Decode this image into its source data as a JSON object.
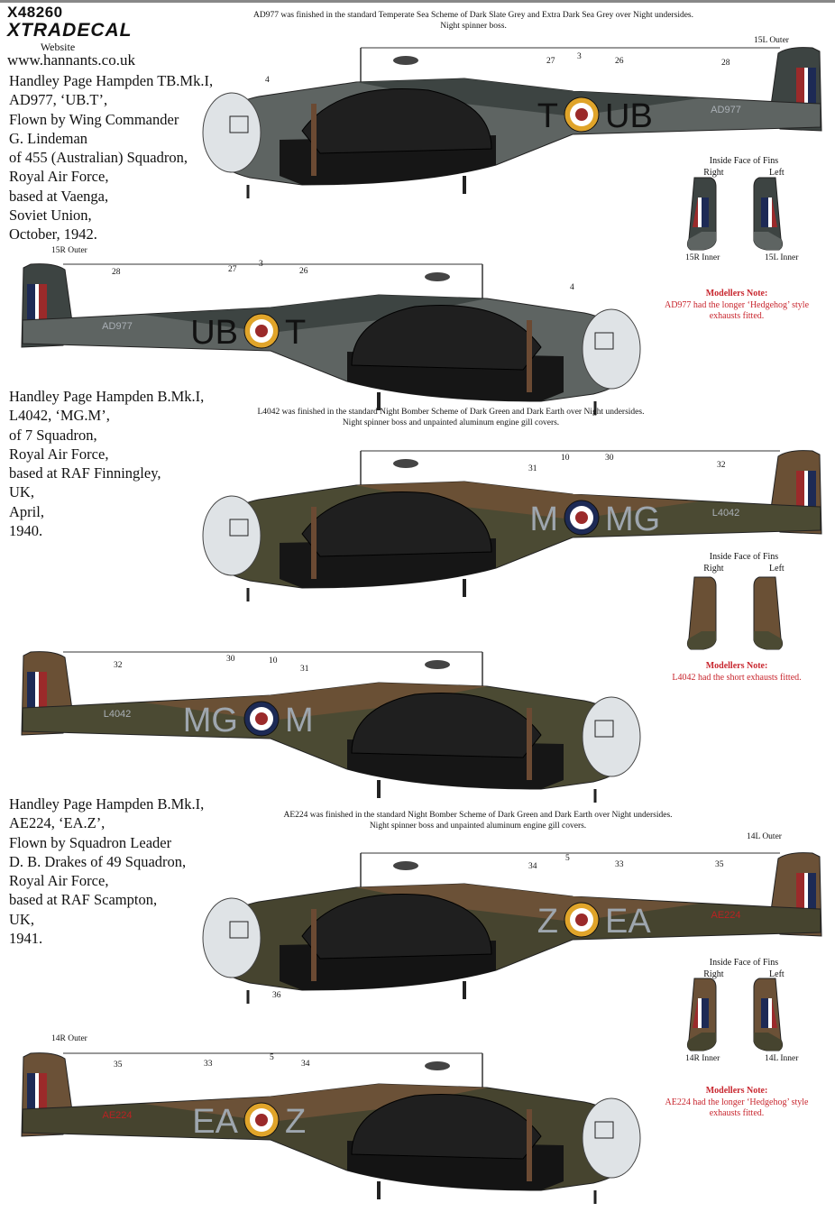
{
  "header": {
    "product_code": "X48260",
    "brand": "XTRADECAL",
    "website_label": "Website",
    "website_url": "www.hannants.co.uk"
  },
  "profiles": [
    {
      "scheme_note": [
        "AD977 was finished in the standard Temperate Sea Scheme of Dark Slate Grey and Extra Dark Sea Grey over Night undersides.",
        "Night spinner boss."
      ],
      "description": [
        "Handley Page Hampden TB.Mk.I,",
        "AD977, ‘UB.T’,",
        "Flown by Wing Commander",
        "G. Lindeman",
        "of 455 (Australian) Squadron,",
        "Royal Air Force,",
        "based at Vaenga,",
        "Soviet Union,",
        "October, 1942."
      ],
      "serial": "AD977",
      "code_a": "T",
      "code_b": "UB",
      "colors": {
        "upper1": "#5e6462",
        "upper2": "#3d4442",
        "under": "#161616",
        "roundel_outer": "#e0a42a"
      },
      "left_callouts": [
        "4",
        "27",
        "3",
        "26",
        "28",
        "15L Outer"
      ],
      "right_callouts": [
        "15R Outer",
        "28",
        "27",
        "3",
        "26",
        "4"
      ],
      "fins": {
        "title": "Inside Face of Fins",
        "right": "Right",
        "left": "Left",
        "right_label": "15R Inner",
        "left_label": "15L Inner"
      },
      "note": {
        "title": "Modellers Note:",
        "text": [
          "AD977 had the longer ‘Hedgehog’ style",
          "exhausts fitted."
        ]
      }
    },
    {
      "scheme_note": [
        "L4042 was finished in the standard Night Bomber Scheme of Dark Green and Dark Earth over Night undersides.",
        "Night spinner boss and unpainted aluminum engine gill covers."
      ],
      "description": [
        "Handley Page Hampden B.Mk.I,",
        "L4042, ‘MG.M’,",
        "of 7 Squadron,",
        "Royal Air Force,",
        "based at RAF Finningley,",
        "UK,",
        "April,",
        "1940."
      ],
      "serial": "L4042",
      "code_a": "M",
      "code_b": "MG",
      "colors": {
        "upper1": "#4b4a33",
        "upper2": "#6a5035",
        "under": "#161616",
        "roundel_outer": "#1d2a55"
      },
      "left_callouts": [
        "31",
        "10",
        "30",
        "32"
      ],
      "right_callouts": [
        "32",
        "30",
        "10",
        "31"
      ],
      "fins": {
        "title": "Inside Face of Fins",
        "right": "Right",
        "left": "Left"
      },
      "note": {
        "title": "Modellers Note:",
        "text": [
          "L4042 had the short exhausts fitted."
        ]
      }
    },
    {
      "scheme_note": [
        "AE224 was finished in the standard Night Bomber Scheme of Dark Green and Dark Earth over Night undersides.",
        "Night spinner boss and unpainted aluminum engine gill covers."
      ],
      "description": [
        "Handley Page Hampden B.Mk.I,",
        "AE224, ‘EA.Z’,",
        "Flown by Squadron Leader",
        "D. B. Drakes of 49 Squadron,",
        "Royal Air Force,",
        "based at RAF Scampton,",
        "UK,",
        "1941."
      ],
      "serial": "AE224",
      "code_a": "Z",
      "code_b": "EA",
      "colors": {
        "upper1": "#46442f",
        "upper2": "#6b5137",
        "under": "#141414",
        "roundel_outer": "#e0a42a"
      },
      "left_callouts": [
        "14L Outer",
        "34",
        "5",
        "33",
        "35",
        "36"
      ],
      "right_callouts": [
        "14R Outer",
        "35",
        "33",
        "5",
        "34"
      ],
      "fins": {
        "title": "Inside Face of Fins",
        "right": "Right",
        "left": "Left",
        "right_label": "14R Inner",
        "left_label": "14L Inner"
      },
      "note": {
        "title": "Modellers Note:",
        "text": [
          "AE224 had the longer ‘Hedgehog’ style",
          "exhausts fitted."
        ]
      }
    }
  ],
  "colors": {
    "note_red": "#c8262e",
    "roundel_red": "#9b2a2a",
    "roundel_blue": "#1d2a55",
    "serial_grey": "#9aa0a6",
    "code_grey": "#9ea6ae"
  }
}
